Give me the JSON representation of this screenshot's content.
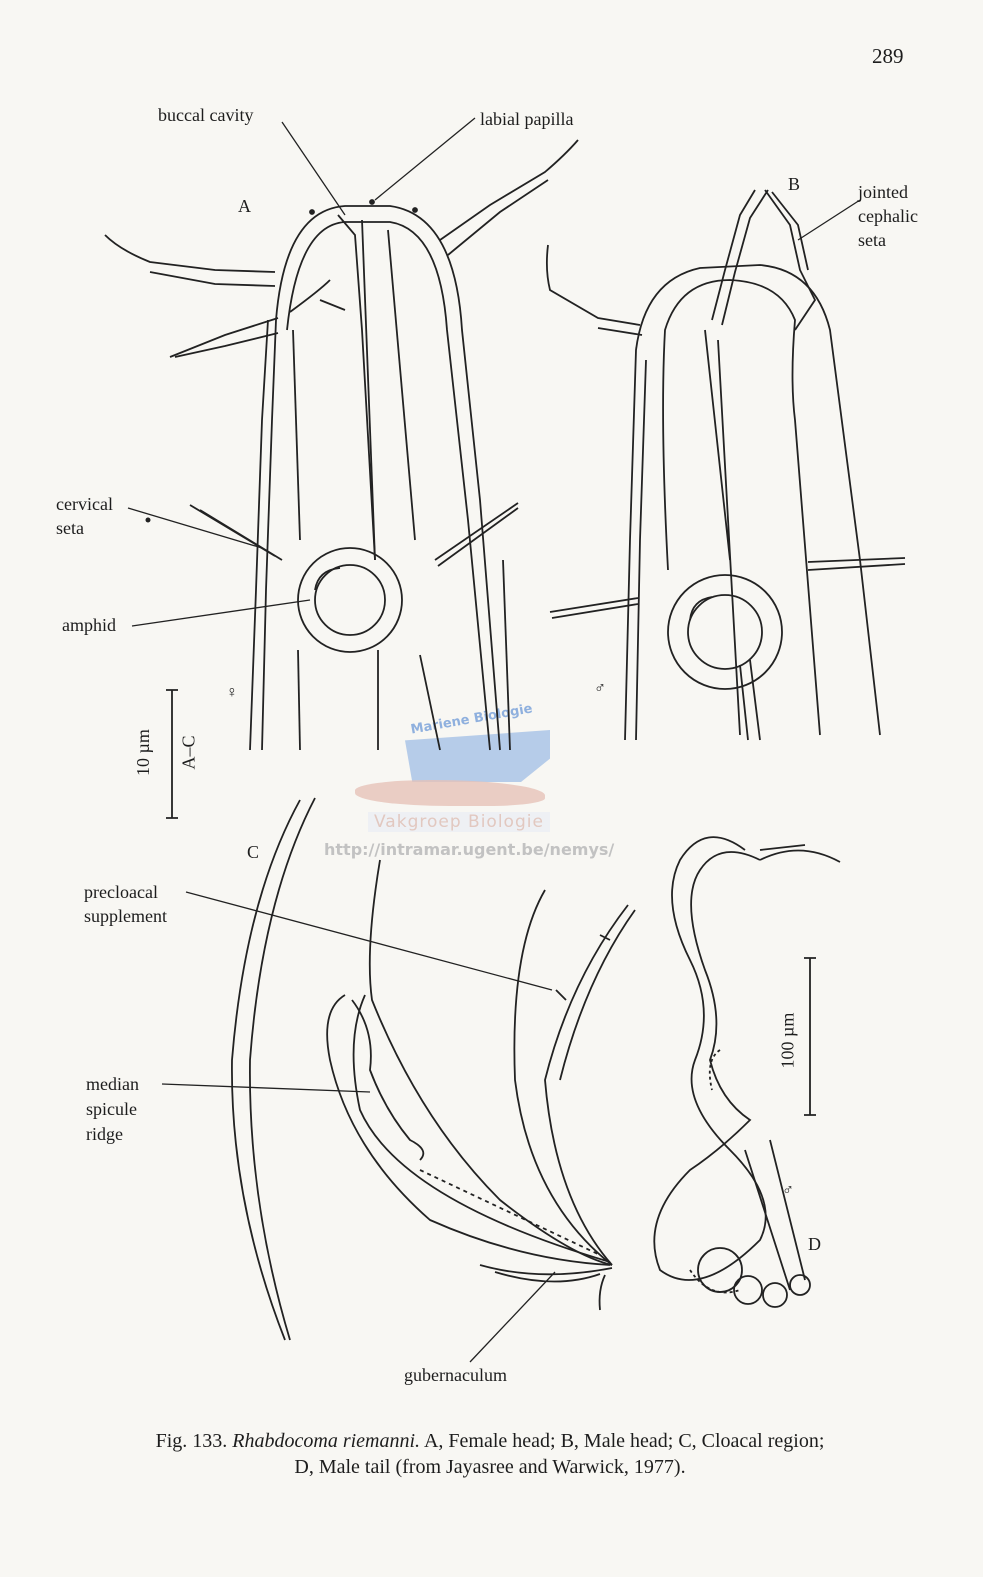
{
  "page_number": "289",
  "labels": {
    "buccal_cavity": "buccal cavity",
    "labial_papilla": "labial papilla",
    "jointed_cephalic_seta": [
      "jointed",
      "cephalic",
      "seta"
    ],
    "cervical_seta": [
      "cervical",
      "seta"
    ],
    "amphid": "amphid",
    "precloacal_supplement": [
      "precloacal",
      "supplement"
    ],
    "median_spicule_ridge": [
      "median",
      "spicule",
      "ridge"
    ],
    "gubernaculum": "gubernaculum"
  },
  "panels": {
    "a": "A",
    "b": "B",
    "c": "C",
    "d": "D"
  },
  "sex_symbols": {
    "female": "♀",
    "male_b": "♂",
    "male_d": "♂"
  },
  "scale_bars": {
    "head_scale": "10 µm",
    "head_scale_panels": "A–C",
    "tail_scale": "100 µm"
  },
  "watermark": {
    "top": "Mariene Biologie",
    "bottom": "Vakgroep Biologie",
    "url": "http://intramar.ugent.be/nemys/"
  },
  "caption": {
    "prefix": "Fig. 133.",
    "species": "Rhabdocoma riemanni.",
    "line1_rest": "A, Female head; B, Male head; C, Cloacal region;",
    "line2": "D, Male tail (from Jayasree and Warwick, 1977)."
  }
}
